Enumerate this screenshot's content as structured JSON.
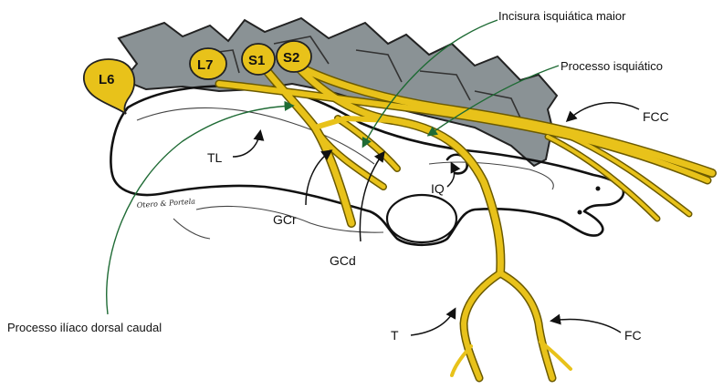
{
  "labels": {
    "incisura": "Incisura isquiática maior",
    "processo_isq": "Processo isquiático",
    "fcc": "FCC",
    "tl": "TL",
    "iq": "IQ",
    "gcr": "GCr",
    "gcd": "GCd",
    "t": "T",
    "fc": "FC",
    "processo_iliaco": "Processo ilíaco dorsal caudal",
    "signature": "Otero & Portela"
  },
  "segments": {
    "l6": "L6",
    "l7": "L7",
    "s1": "S1",
    "s2": "S2"
  },
  "colors": {
    "nerve": "#e8c21a",
    "vertebra": "#8a9295",
    "leader_line": "#1f6b35"
  }
}
